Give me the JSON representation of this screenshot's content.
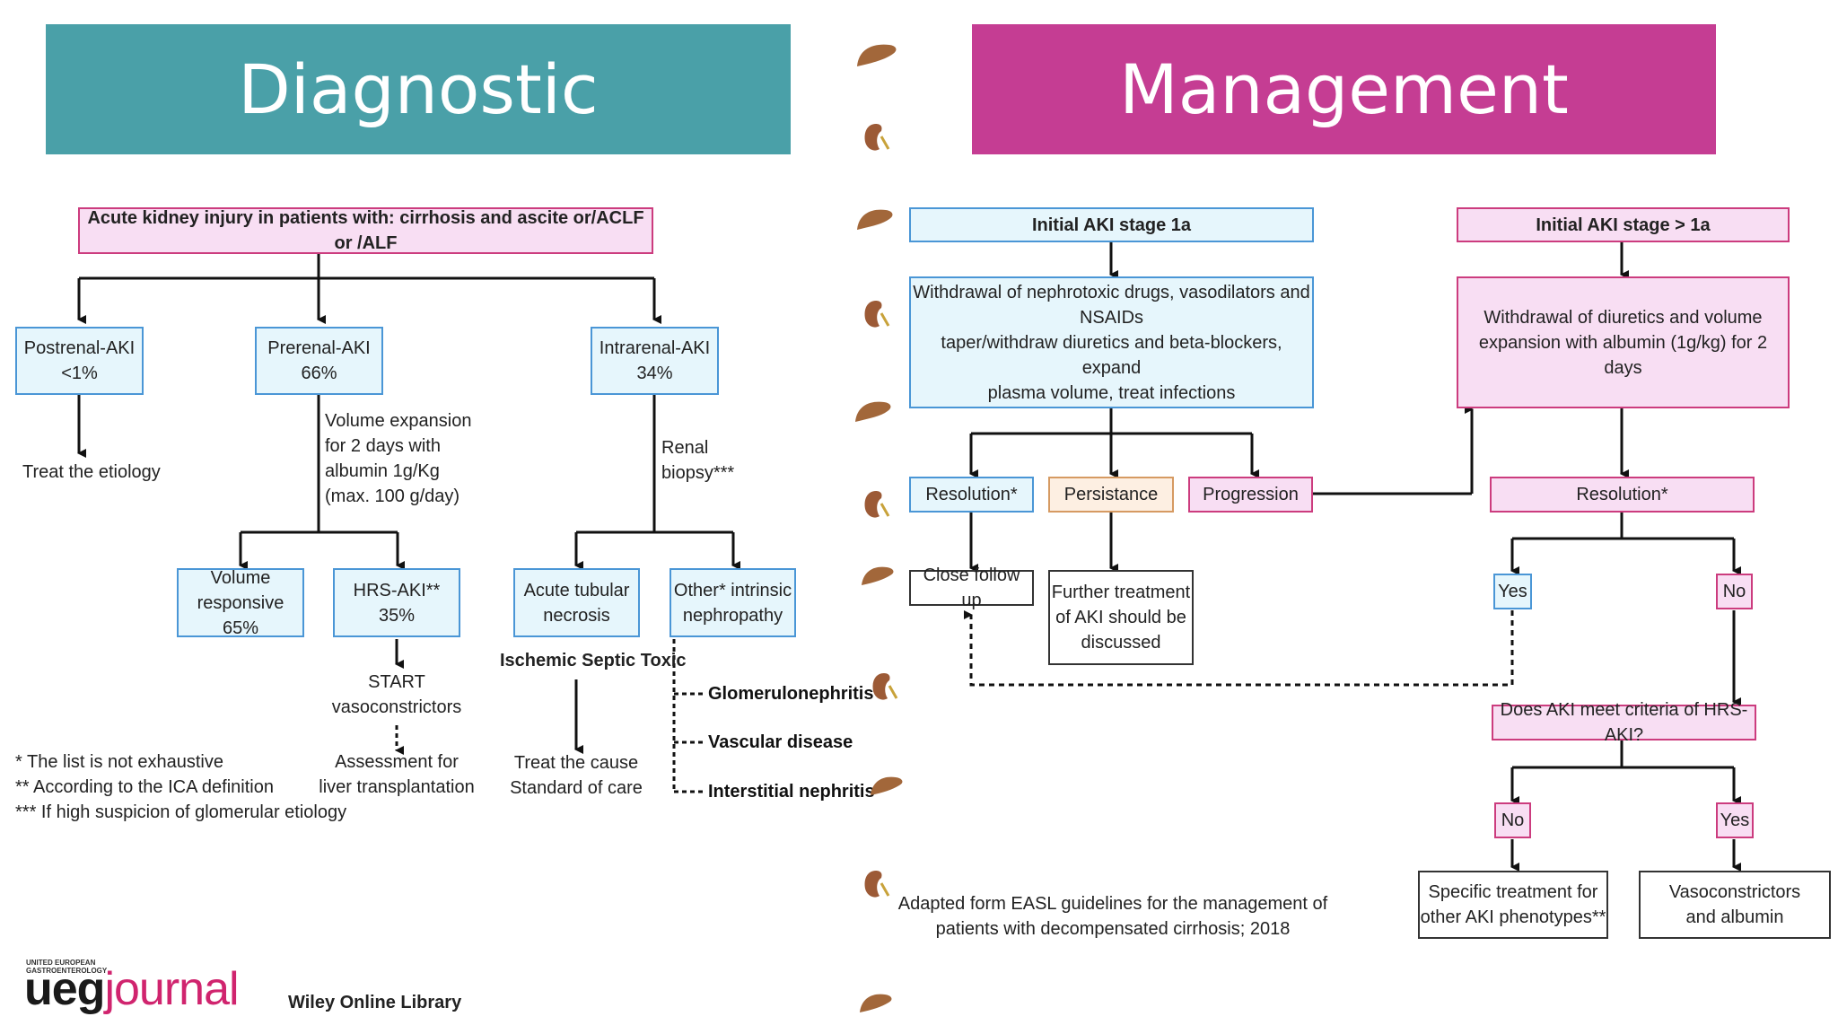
{
  "banners": {
    "diagnostic": "Diagnostic",
    "management": "Management",
    "diagnostic_color": "#4aa0a8",
    "management_color": "#c53d93"
  },
  "diagnostic": {
    "header": "Acute kidney injury in patients with: cirrhosis and ascite or/ACLF or /ALF",
    "postrenal": "Postrenal-AKI\n<1%",
    "prerenal": "Prerenal-AKI\n66%",
    "intrarenal": "Intrarenal-AKI\n34%",
    "treat_etiology": "Treat the etiology",
    "volume_expansion": "Volume expansion\nfor 2 days with\nalbumin 1g/Kg\n(max. 100 g/day)",
    "renal_biopsy": "Renal\nbiopsy***",
    "volume_responsive": "Volume\nresponsive 65%",
    "hrs_aki": "HRS-AKI**\n35%",
    "acute_tubular": "Acute tubular\nnecrosis",
    "other_intrinsic": "Other* intrinsic\nnephropathy",
    "ischemic": "Ischemic Septic Toxic",
    "start_vaso": "START\nvasoconstrictors",
    "assessment": "Assessment for\nliver transplantation",
    "treat_cause": "Treat the cause\nStandard of care",
    "glomerulonephritis": "Glomerulonephritis",
    "vascular": "Vascular disease",
    "interstitial": "Interstitial nephritis",
    "notes": "* The list is not exhaustive\n** According to the ICA definition\n*** If high suspicion of glomerular etiology"
  },
  "management": {
    "stage1a": "Initial AKI stage 1a",
    "stage_gt": "Initial AKI stage > 1a",
    "withdrawal_1a": "Withdrawal of nephrotoxic drugs, vasodilators and\nNSAIDs\ntaper/withdraw diuretics and beta-blockers, expand\nplasma volume, treat infections",
    "withdrawal_gt": "Withdrawal of diuretics and volume\nexpansion with albumin (1g/kg) for 2 days",
    "resolution_left": "Resolution*",
    "persistance": "Persistance",
    "progression": "Progression",
    "resolution_right": "Resolution*",
    "close_follow": "Close follow up",
    "further_treatment": "Further treatment\nof AKI should be\ndiscussed",
    "yes_1": "Yes",
    "no_1": "No",
    "hrs_question": "Does AKI meet criteria of HRS-AKI?",
    "no_2": "No",
    "yes_2": "Yes",
    "specific_treatment": "Specific treatment for\nother AKI phenotypes**",
    "vasoconstrictors": "Vasoconstrictors\nand albumin",
    "citation": "Adapted form EASL guidelines for the management of\npatients with decompensated cirrhosis; 2018"
  },
  "footer": {
    "ueg_small": "UNITED EUROPEAN\nGASTROENTEROLOGY",
    "ueg": "ueg",
    "journal": "journal",
    "wiley": "Wiley Online Library"
  },
  "ornaments": [
    "liver-icon",
    "kidney-icon"
  ]
}
